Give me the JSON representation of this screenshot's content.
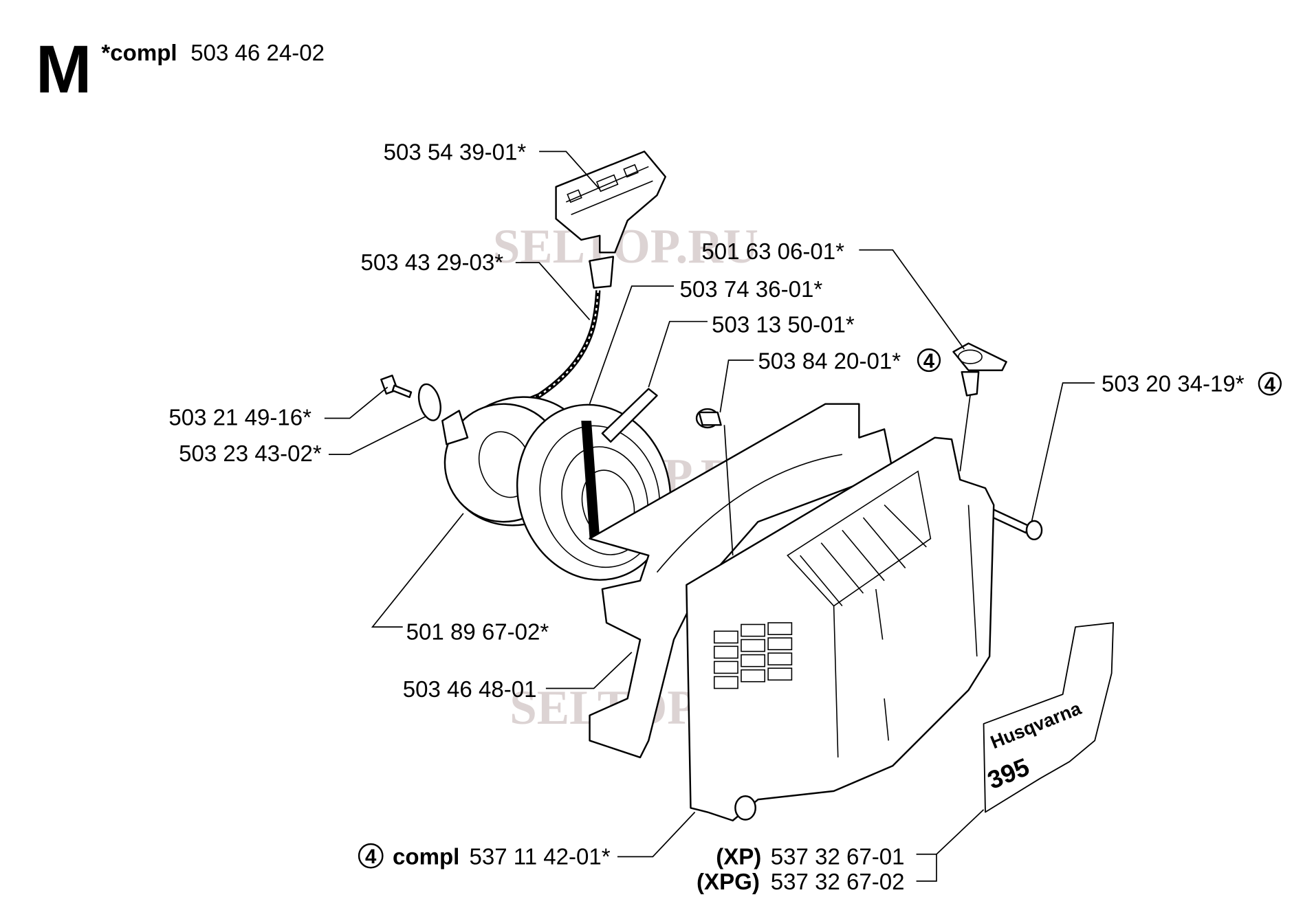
{
  "header": {
    "section_letter": "M",
    "assembly_prefix": "*compl",
    "assembly_number": "503 46 24-02"
  },
  "parts": {
    "handle": "503 54 39-01*",
    "rope": "503 43 29-03*",
    "pulley_spring": "503 74 36-01*",
    "pawl": "503 13 50-01*",
    "bushing": "503 84 20-01*",
    "rope_guide": "501 63 06-01*",
    "cover_screw": "503 20 34-19*",
    "center_screw": "503 21 49-16*",
    "washer": "503 23 43-02*",
    "pulley": "501 89 67-02*",
    "fan_housing": "503 46 48-01",
    "cover_compl_prefix": "compl",
    "cover_compl": "537 11 42-01*",
    "decal_xp_tag": "(XP)",
    "decal_xp": "537 32 67-01",
    "decal_xpg_tag": "(XPG)",
    "decal_xpg": "537 32 67-02"
  },
  "note_marker": "4",
  "decal": {
    "brand": "Husqvarna",
    "model": "395"
  },
  "watermark": "SELTOP.RU"
}
